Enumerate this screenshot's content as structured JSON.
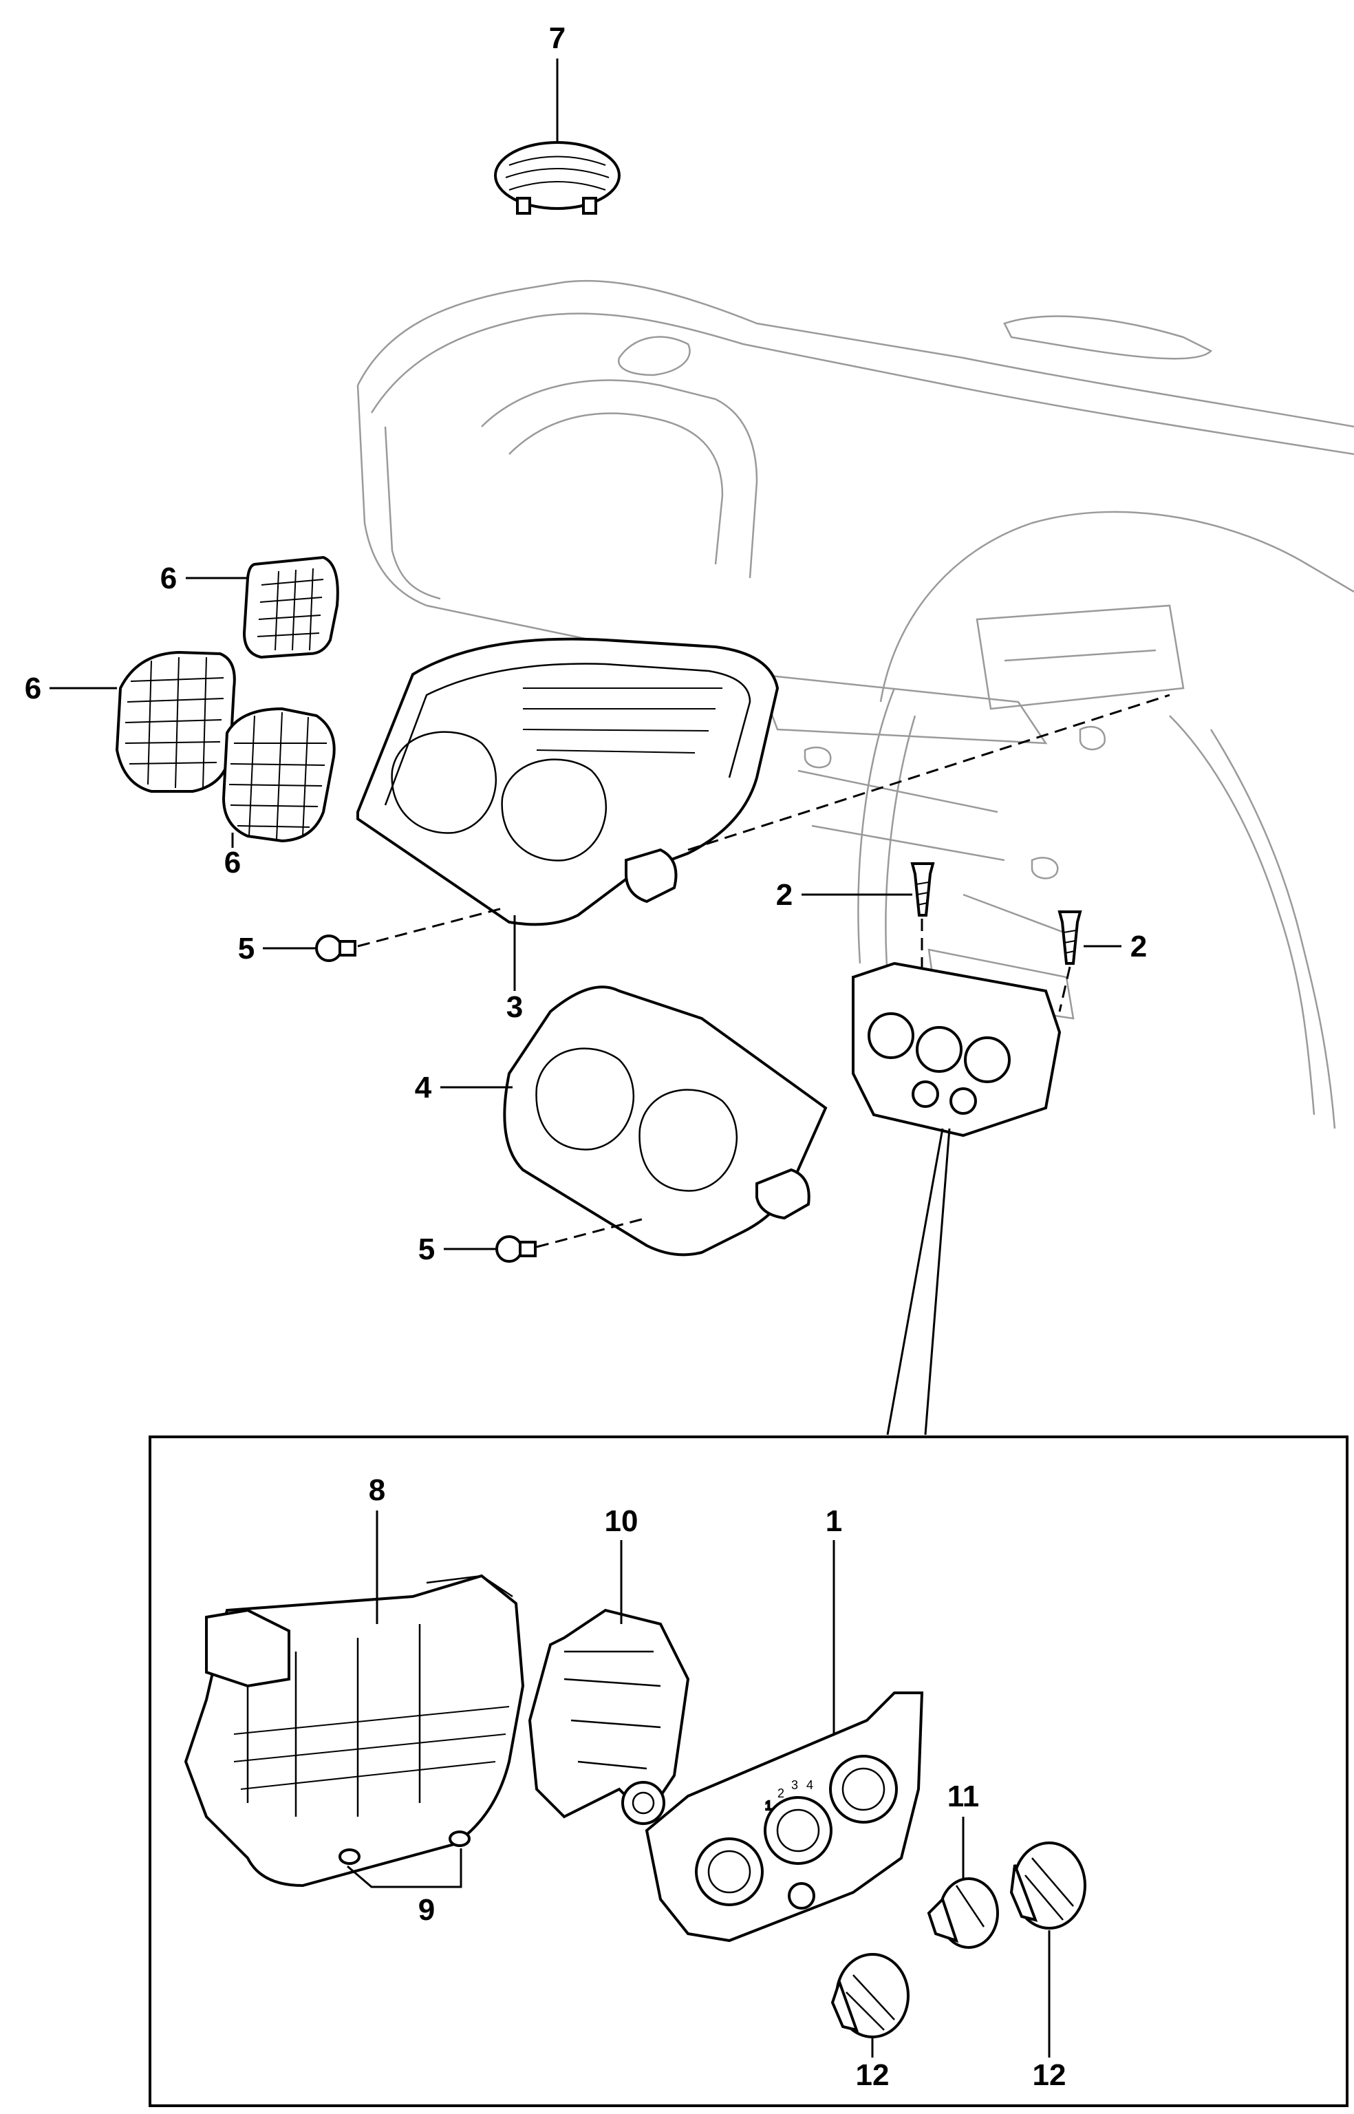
{
  "diagram": {
    "callouts": [
      {
        "id": "7",
        "label": "7"
      },
      {
        "id": "6a",
        "label": "6"
      },
      {
        "id": "6b",
        "label": "6"
      },
      {
        "id": "6c",
        "label": "6"
      },
      {
        "id": "5a",
        "label": "5"
      },
      {
        "id": "3",
        "label": "3"
      },
      {
        "id": "4",
        "label": "4"
      },
      {
        "id": "5b",
        "label": "5"
      },
      {
        "id": "2a",
        "label": "2"
      },
      {
        "id": "2b",
        "label": "2"
      },
      {
        "id": "8",
        "label": "8"
      },
      {
        "id": "10",
        "label": "10"
      },
      {
        "id": "1",
        "label": "1"
      },
      {
        "id": "11",
        "label": "11"
      },
      {
        "id": "9",
        "label": "9"
      },
      {
        "id": "12a",
        "label": "12"
      },
      {
        "id": "12b",
        "label": "12"
      }
    ],
    "dial_marks": {
      "fan_speeds": [
        "1",
        "2",
        "3",
        "4"
      ]
    }
  }
}
